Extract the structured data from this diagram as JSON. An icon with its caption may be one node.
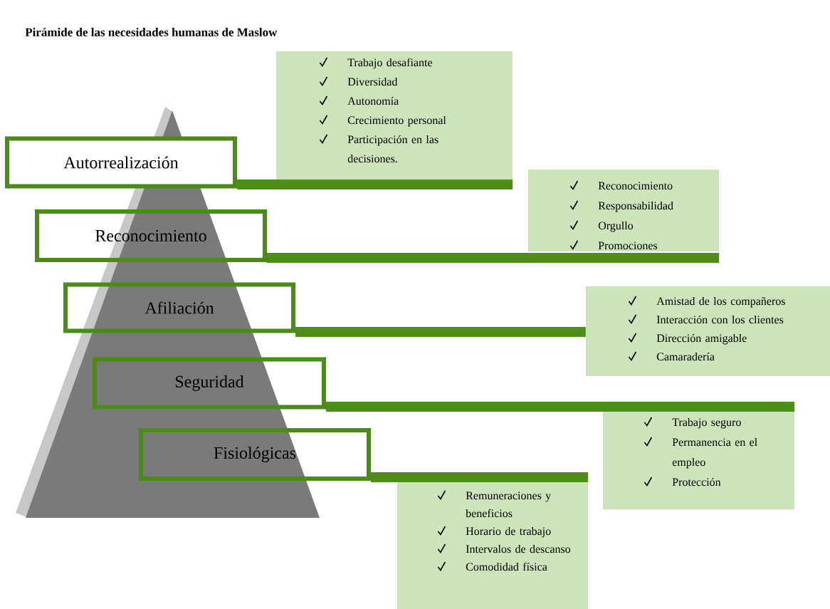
{
  "diagram": {
    "title": "Pirámide de las necesidades humanas de Maslow",
    "nodes": [
      {
        "text": [
          "Autorrealización"
        ]
      },
      {
        "text": [
          "Reconocimiento"
        ]
      },
      {
        "text": [
          "Afiliación"
        ]
      },
      {
        "text": [
          "Seguridad"
        ]
      },
      {
        "text": [
          "Fisiológicas"
        ]
      },
      {
        "text": [
          "Trabajo desafiante",
          "Diversidad",
          "Autonomía",
          "Crecimiento personal",
          "Participación en las decisiones."
        ]
      },
      {
        "text": [
          "Reconocimiento",
          "Responsabilidad",
          "Orgullo",
          "Promociones"
        ]
      },
      {
        "text": [
          "Amistad de los compañeros",
          "Interacción con los clientes",
          "Dirección amigable",
          "Camaradería"
        ]
      },
      {
        "text": [
          "Trabajo seguro",
          "Permanencia en el empleo",
          "Protección"
        ]
      },
      {
        "text": [
          "Remuneraciones y beneficios",
          "Horario de trabajo",
          "Intervalos de descanso",
          "Comodidad física"
        ]
      }
    ],
    "edges": [
      {
        "from": 0,
        "to": 5,
        "arrow": "none"
      },
      {
        "from": 1,
        "to": 6,
        "arrow": "none"
      },
      {
        "from": 2,
        "to": 7,
        "arrow": "none"
      },
      {
        "from": 3,
        "to": 8,
        "arrow": "none"
      },
      {
        "from": 4,
        "to": 9,
        "arrow": "none"
      }
    ]
  }
}
